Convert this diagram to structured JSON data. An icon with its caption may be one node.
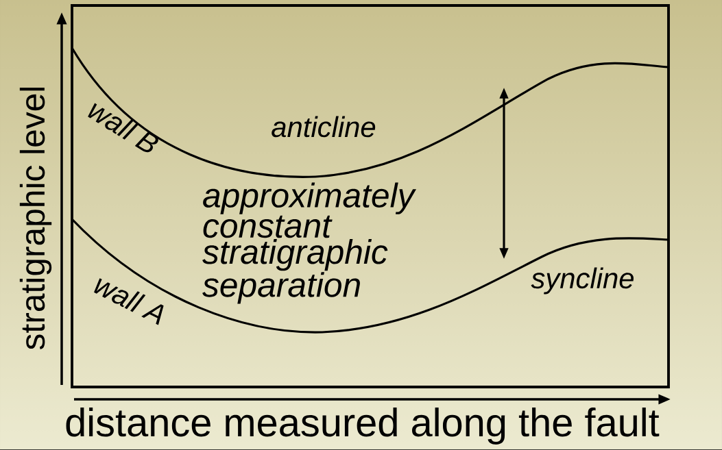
{
  "diagram": {
    "labels": [
      "stratigraphic level",
      "wall B",
      "anticline",
      "approximately constant stratigraphic separation",
      "wall A",
      "syncline",
      "distance measured along the fault"
    ]
  }
}
